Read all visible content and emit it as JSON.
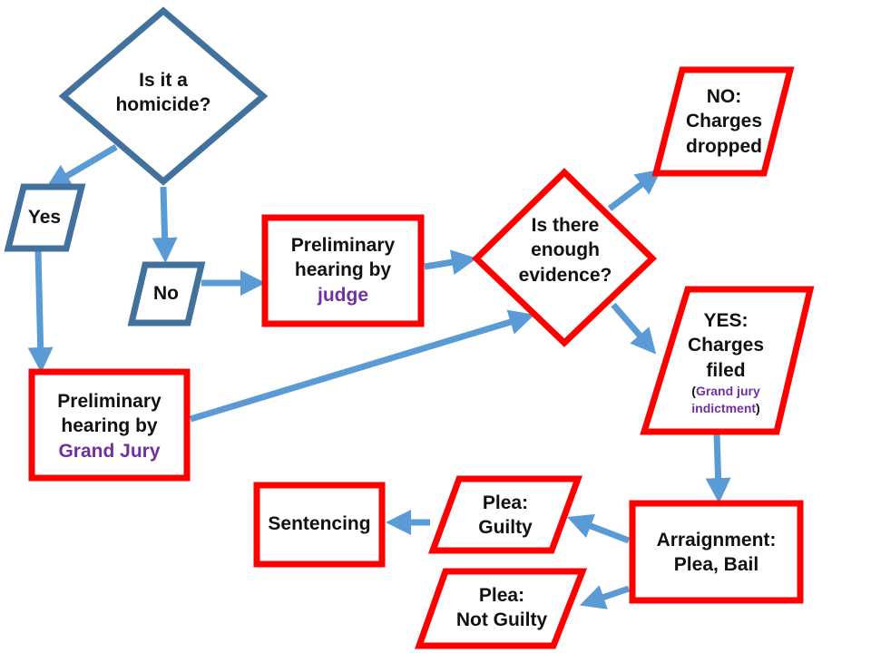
{
  "colors": {
    "arrow": "#5b9bd5",
    "decision_border": "#41719c",
    "process_border": "#ff0000",
    "highlight_text": "#7030a0"
  },
  "nodes": {
    "homicide_question": {
      "line1": "Is it a",
      "line2": "homicide?"
    },
    "yes": {
      "label": "Yes"
    },
    "no": {
      "label": "No"
    },
    "prelim_judge": {
      "line1": "Preliminary",
      "line2": "hearing by",
      "line3": "judge"
    },
    "prelim_grand_jury": {
      "line1": "Preliminary",
      "line2": "hearing by",
      "line3": "Grand Jury"
    },
    "evidence_question": {
      "line1": "Is there",
      "line2": "enough",
      "line3": "evidence?"
    },
    "charges_dropped": {
      "line1": "NO:",
      "line2": "Charges",
      "line3": "dropped"
    },
    "charges_filed": {
      "line1": "YES:",
      "line2": "Charges",
      "line3": "filed",
      "paren_open": "(",
      "note1": "Grand jury",
      "note2": "indictment",
      "paren_close": ")"
    },
    "arraignment": {
      "line1": "Arraignment:",
      "line2": "Plea, Bail"
    },
    "plea_guilty": {
      "line1": "Plea:",
      "line2": "Guilty"
    },
    "plea_not_guilty": {
      "line1": "Plea:",
      "line2": "Not Guilty"
    },
    "sentencing": {
      "label": "Sentencing"
    }
  }
}
